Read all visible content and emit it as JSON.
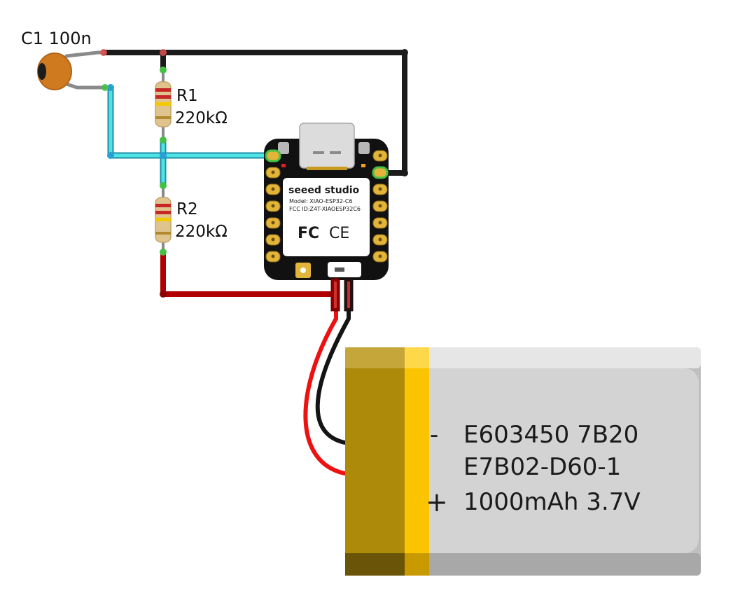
{
  "components": {
    "capacitor": {
      "label": "C1 100n"
    },
    "r1": {
      "name": "R1",
      "value": "220kΩ"
    },
    "r2": {
      "name": "R2",
      "value": "220kΩ"
    },
    "board": {
      "brand": "seeed studio",
      "model": "Model: XIAO-ESP32-C6",
      "fcc": "FCC ID:Z4T-XIAOESP32C6",
      "marks": {
        "fc": "FC",
        "ce": "CE"
      }
    },
    "battery": {
      "minus": "-",
      "line1": "E603450 7B20",
      "line2": "E7B02-D60-1",
      "plus": "+",
      "line3": "1000mAh 3.7V"
    }
  },
  "colors": {
    "wire_black": "#1b1b1b",
    "wire_red": "#b00000",
    "wire_cyan": "#3fd3d3",
    "battery_gold": "#ad8a0a",
    "battery_body": "#d3d3d3",
    "board": "#111111"
  }
}
